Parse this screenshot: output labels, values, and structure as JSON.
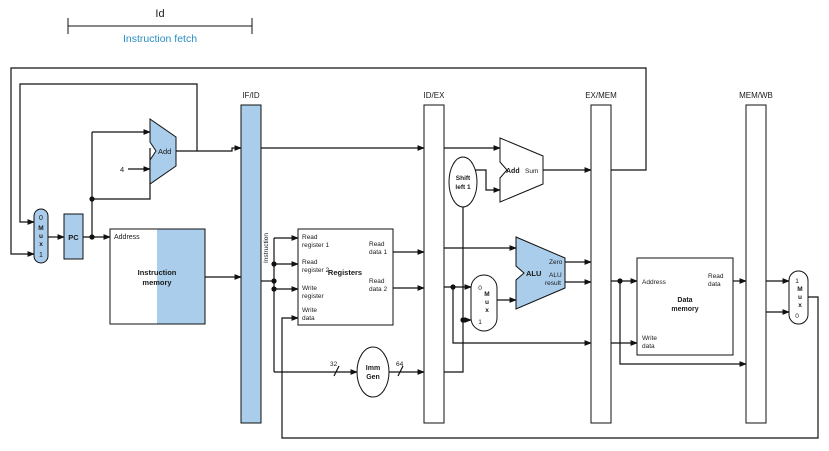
{
  "header": {
    "stage_label": "Id",
    "caption": "Instruction fetch",
    "caption_color": "#2a8fc4"
  },
  "colors": {
    "block_fill": "#a9cdea",
    "line": "#111111",
    "background": "#ffffff"
  },
  "registers": {
    "if_id": "IF/ID",
    "id_ex": "ID/EX",
    "ex_mem": "EX/MEM",
    "mem_wb": "MEM/WB"
  },
  "fetch": {
    "adder_label": "Add",
    "const_four": "4",
    "pc_label": "PC",
    "mux_top": "0",
    "mux_letters": [
      "M",
      "u",
      "x"
    ],
    "mux_bottom": "1"
  },
  "instruction_memory": {
    "address": "Address",
    "title_line1": "Instruction",
    "title_line2": "memory"
  },
  "if_id_bus_label": "Instruction",
  "register_file": {
    "read_register_1": [
      "Read",
      "register 1"
    ],
    "read_register_2": [
      "Read",
      "register 2"
    ],
    "write_register": [
      "Write",
      "register"
    ],
    "write_data": [
      "Write",
      "data"
    ],
    "read_data_1": [
      "Read",
      "data 1"
    ],
    "read_data_2": [
      "Read",
      "data 2"
    ],
    "title": "Registers"
  },
  "imm_gen": {
    "line1": "Imm",
    "line2": "Gen",
    "in_width": "32",
    "out_width": "64"
  },
  "execute": {
    "shift_line1": "Shift",
    "shift_line2": "left 1",
    "branch_add": "Add",
    "branch_sum": "Sum",
    "alu_label": "ALU",
    "zero": "Zero",
    "alu_result": [
      "ALU",
      "result"
    ],
    "mux_top": "0",
    "mux_letters": [
      "M",
      "u",
      "x"
    ],
    "mux_bottom": "1"
  },
  "data_memory": {
    "address": "Address",
    "read_data": [
      "Read",
      "data"
    ],
    "write_data": [
      "Write",
      "data"
    ],
    "title_line1": "Data",
    "title_line2": "memory"
  },
  "writeback_mux": {
    "top": "1",
    "letters": [
      "M",
      "u",
      "x"
    ],
    "bottom": "0"
  }
}
